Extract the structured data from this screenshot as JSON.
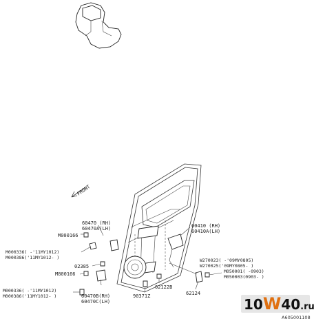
{
  "labels": {
    "front": "FRONT",
    "p60470": "60470 (RH)",
    "p60470a": "60470A(LH)",
    "m000166_top": "M000166",
    "m000336_top": "M000336( -'11MY1012)",
    "m000386_top": "M000386('11MY1012- )",
    "p02385": "02385",
    "m800166": "M800166",
    "m000336_bot": "M000336( -'11MY1012)",
    "m000386_bot": "M000386('11MY1012- )",
    "p60470b": "60470B(RH)",
    "p60470c": "60470C(LH)",
    "p90371z": "90371Z",
    "p62122b": "62122B",
    "p62124": "62124",
    "p60410": "60410 (RH)",
    "p60410a": "60410A(LH)",
    "w270023": "W270023( -'09MY0805)",
    "w270025": "W270025('09MY0805- )",
    "m050001": "M050001( -0903)",
    "m050003": "M050003(0903- )",
    "figure_id": "A605001108"
  },
  "watermark": {
    "prefix": "10",
    "letter": "W",
    "suffix": "40",
    "domain": ".ru"
  }
}
